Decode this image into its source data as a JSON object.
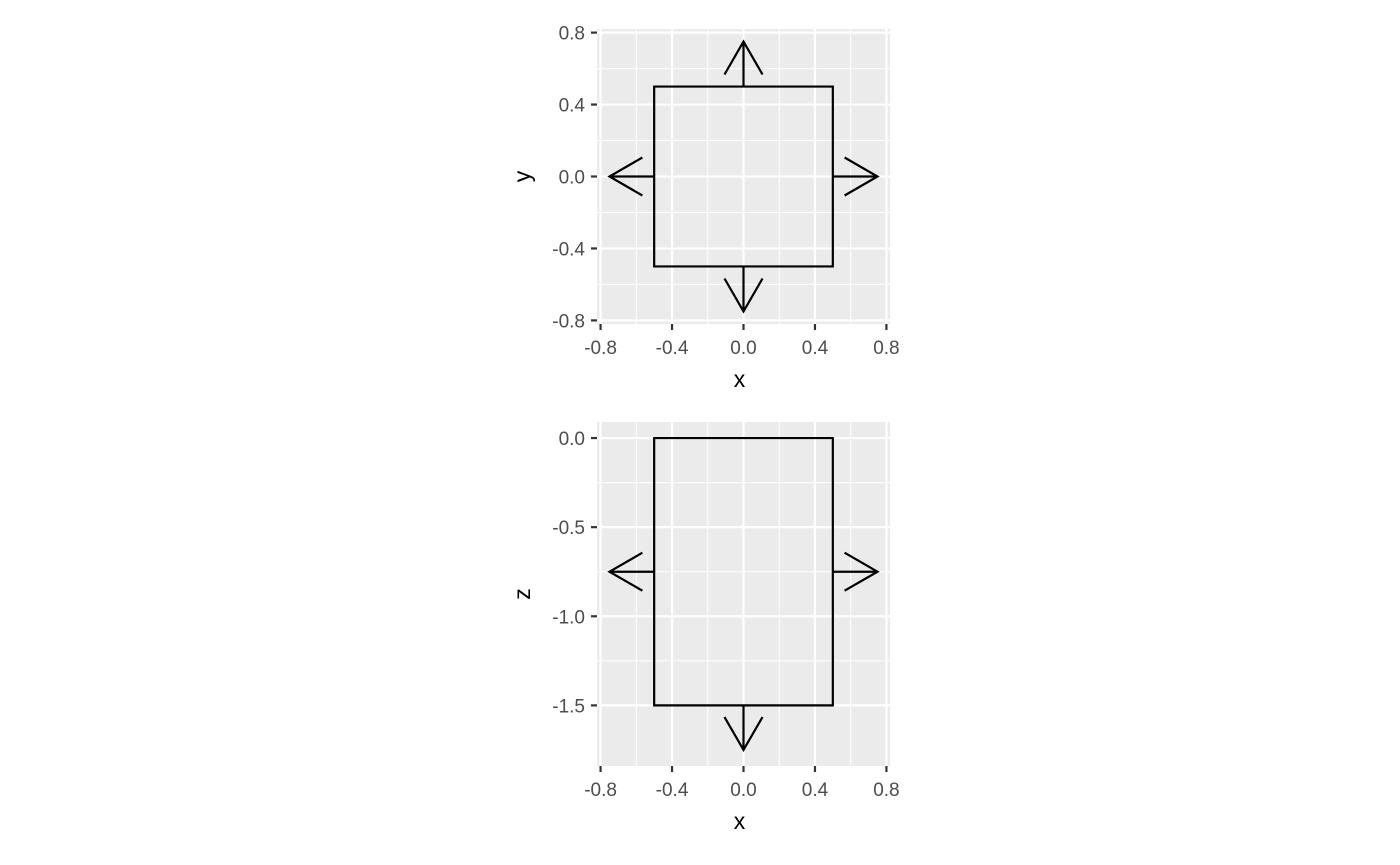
{
  "chart_data": [
    {
      "type": "line",
      "xlabel": "x",
      "ylabel": "y",
      "xlim": [
        -0.82,
        0.82
      ],
      "ylim": [
        -0.82,
        0.82
      ],
      "xticks": [
        -0.8,
        -0.4,
        0.0,
        0.4,
        0.8
      ],
      "xtick_labels": [
        "-0.8",
        "-0.4",
        "0.0",
        "0.4",
        "0.8"
      ],
      "yticks": [
        -0.8,
        -0.4,
        0.0,
        0.4,
        0.8
      ],
      "ytick_labels": [
        "-0.8",
        "-0.4",
        "0.0",
        "0.4",
        "0.8"
      ],
      "grid": true,
      "series": [
        {
          "kind": "polygon",
          "points": [
            [
              -0.5,
              -0.5
            ],
            [
              0.5,
              -0.5
            ],
            [
              0.5,
              0.5
            ],
            [
              -0.5,
              0.5
            ]
          ]
        },
        {
          "kind": "arrows",
          "segments": [
            [
              [
                0.0,
                0.5
              ],
              [
                0.0,
                0.75
              ]
            ],
            [
              [
                0.0,
                -0.5
              ],
              [
                0.0,
                -0.75
              ]
            ],
            [
              [
                -0.5,
                0.0
              ],
              [
                -0.75,
                0.0
              ]
            ],
            [
              [
                0.5,
                0.0
              ],
              [
                0.75,
                0.0
              ]
            ]
          ]
        }
      ]
    },
    {
      "type": "line",
      "xlabel": "x",
      "ylabel": "z",
      "xlim": [
        -0.82,
        0.82
      ],
      "ylim": [
        -1.84,
        0.09
      ],
      "xticks": [
        -0.8,
        -0.4,
        0.0,
        0.4,
        0.8
      ],
      "xtick_labels": [
        "-0.8",
        "-0.4",
        "0.0",
        "0.4",
        "0.8"
      ],
      "yticks": [
        -1.5,
        -1.0,
        -0.5,
        0.0
      ],
      "ytick_labels": [
        "-1.5",
        "-1.0",
        "-0.5",
        "0.0"
      ],
      "grid": true,
      "series": [
        {
          "kind": "polygon",
          "points": [
            [
              -0.5,
              -1.5
            ],
            [
              0.5,
              -1.5
            ],
            [
              0.5,
              0.0
            ],
            [
              -0.5,
              0.0
            ]
          ]
        },
        {
          "kind": "arrows",
          "segments": [
            [
              [
                0.0,
                -1.5
              ],
              [
                0.0,
                -1.75
              ]
            ],
            [
              [
                -0.5,
                -0.75
              ],
              [
                -0.75,
                -0.75
              ]
            ],
            [
              [
                0.5,
                -0.75
              ],
              [
                0.75,
                -0.75
              ]
            ]
          ]
        }
      ]
    }
  ]
}
